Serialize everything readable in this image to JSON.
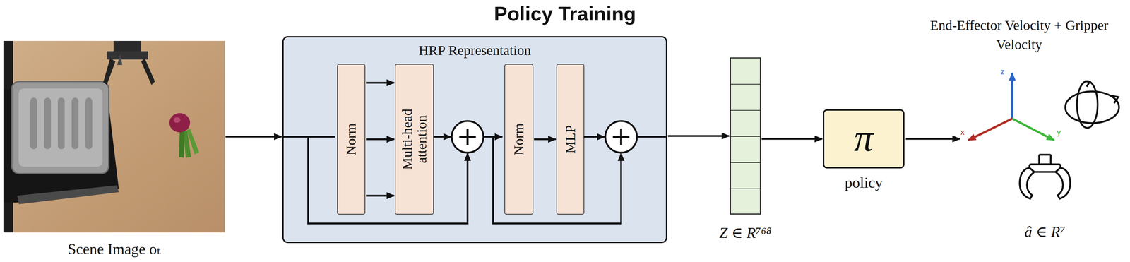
{
  "diagram": {
    "title": "Policy Training",
    "nodes": [
      {
        "text": [
          "Scene Image oₜ"
        ]
      },
      {
        "text": [
          "HRP Representation"
        ]
      },
      {
        "text": [
          "Norm"
        ],
        "in": 1
      },
      {
        "text": [
          "Multi-head attention"
        ],
        "in": 1
      },
      {
        "text": [
          "Norm"
        ],
        "in": 1
      },
      {
        "text": [
          "MLP"
        ],
        "in": 1
      },
      {
        "text": [
          "Z ∈ R⁷⁶⁸"
        ]
      },
      {
        "text": [
          "π",
          "policy"
        ]
      }
    ],
    "edges": [
      {
        "from": 0,
        "to": 1,
        "arrow": "to"
      },
      {
        "from": 2,
        "to": 3,
        "arrow": "to"
      },
      {
        "from": 2,
        "to": 3,
        "arrow": "to"
      },
      {
        "from": 2,
        "to": 3,
        "arrow": "to"
      },
      {
        "from": 4,
        "to": 5,
        "arrow": "to"
      },
      {
        "from": 1,
        "to": 6,
        "arrow": "to"
      },
      {
        "from": 6,
        "to": 7,
        "arrow": "to"
      }
    ],
    "labels": [
      "End-Effector Velocity + Gripper Velocity",
      "â ∈ R⁷",
      "z",
      "x",
      "y"
    ]
  }
}
